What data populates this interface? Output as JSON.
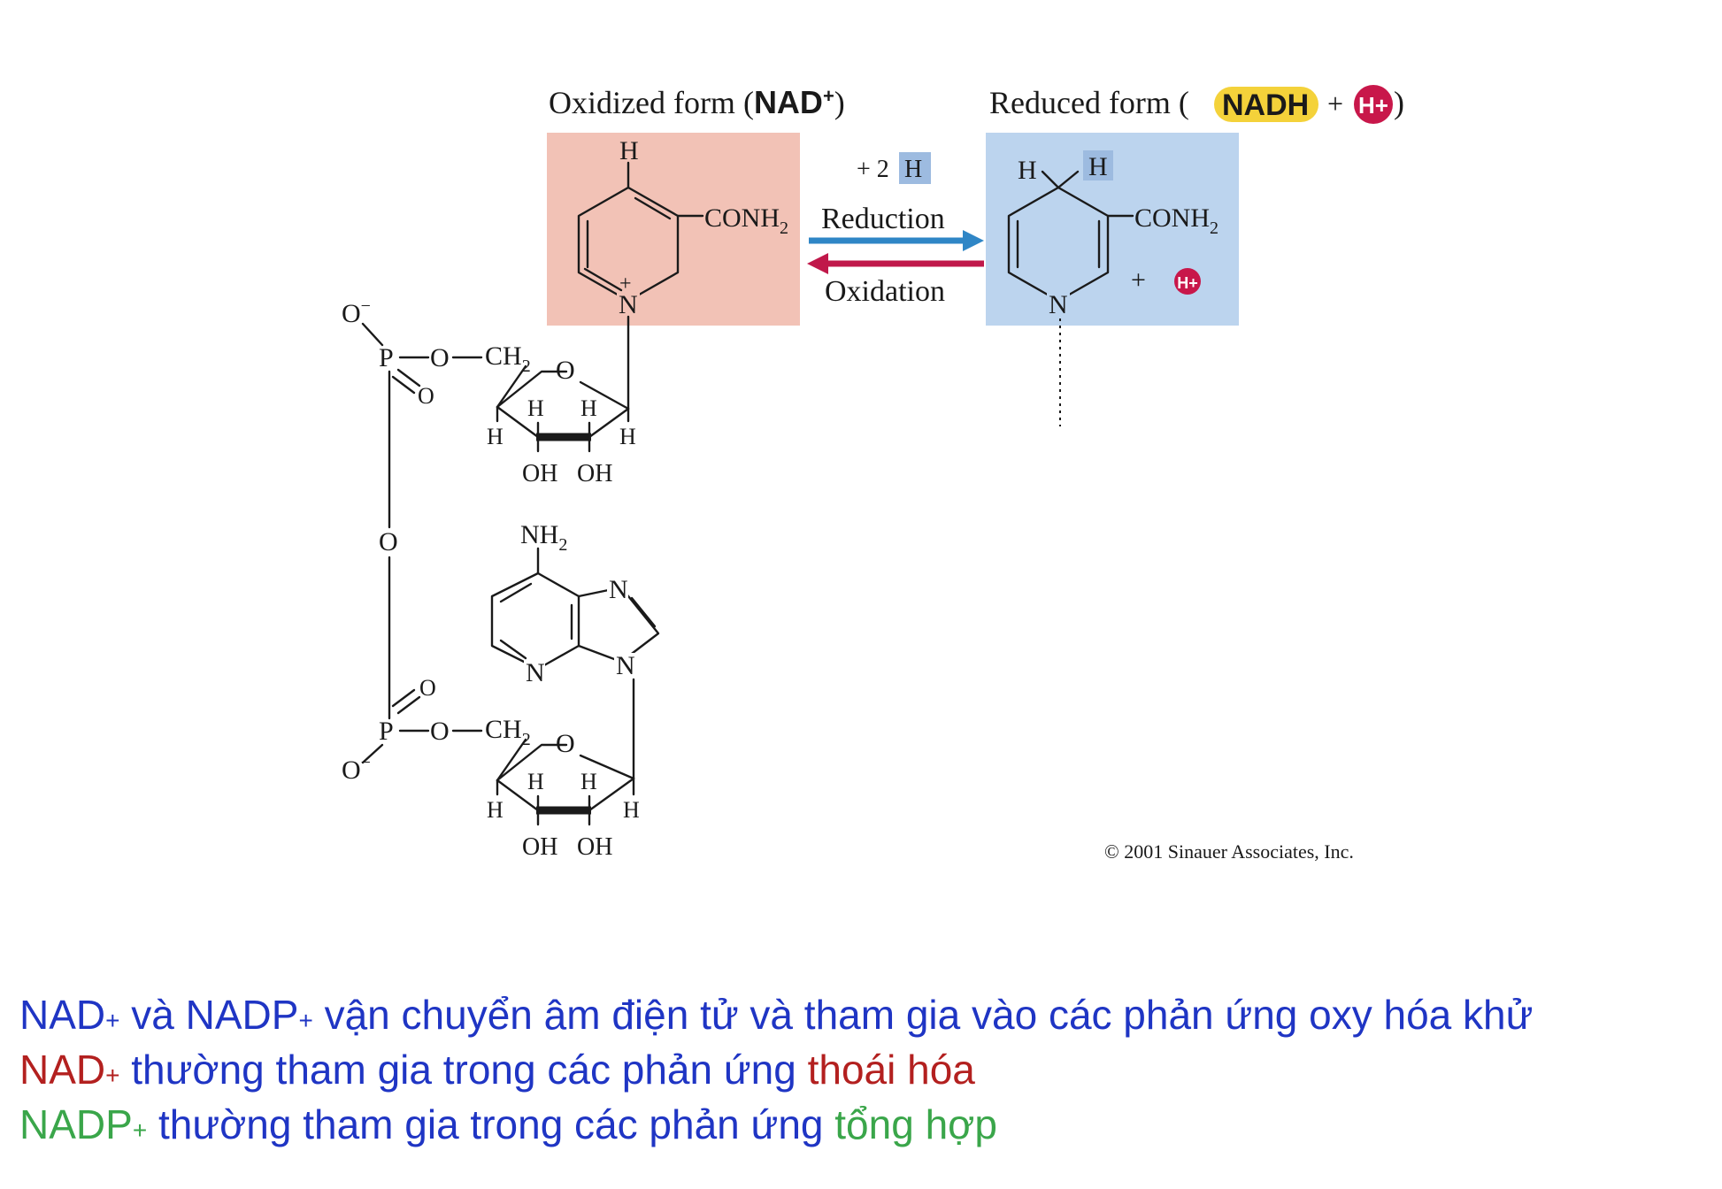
{
  "diagram": {
    "oxidized_title": "Oxidized form (",
    "oxidized_species": "NAD",
    "oxidized_charge": "+",
    "oxidized_close": ")",
    "reduced_title": "Reduced form (",
    "reduced_species": "NADH",
    "reduced_plus": "+",
    "proton": "H+",
    "reduced_close": ")",
    "hydrogen_add": "+ 2",
    "hydrogen_symbol": "H",
    "reaction_forward": "Reduction",
    "reaction_reverse": "Oxidation",
    "copyright": "© 2001 Sinauer Associates, Inc.",
    "colors": {
      "oxidized_box": "#f2c2b6",
      "reduced_box": "#bcd4ee",
      "nadh_highlight": "#f4d23a",
      "proton_circle": "#c8174a",
      "h_highlight": "#9dbbe0",
      "reduction_arrow": "#2f86c6",
      "oxidation_arrow": "#c0184a"
    }
  },
  "atoms": {
    "H": "H",
    "N": "N",
    "O": "O",
    "P": "P",
    "OH": "OH",
    "CONH": "CONH",
    "two": "2",
    "CH": "CH",
    "NH": "NH",
    "O_minus": "O",
    "minus": "−",
    "plus": "+"
  },
  "caption": {
    "line1": {
      "nad": "NAD",
      "plus": "+",
      "and": " và NADP",
      "rest": " vận chuyển âm điện tử và tham gia vào các phản ứng oxy hóa khử"
    },
    "line2": {
      "nad": "NAD",
      "plus": "+",
      "middle": "  thường tham gia trong các phản ứng ",
      "highlight": "thoái hóa"
    },
    "line3": {
      "nadp": "NADP",
      "plus": "+",
      "middle": " thường tham gia trong các phản ứng ",
      "highlight": "tổng hợp"
    },
    "colors": {
      "blue": "#1f35c4",
      "red": "#b3201f",
      "green": "#3aa64a"
    }
  }
}
